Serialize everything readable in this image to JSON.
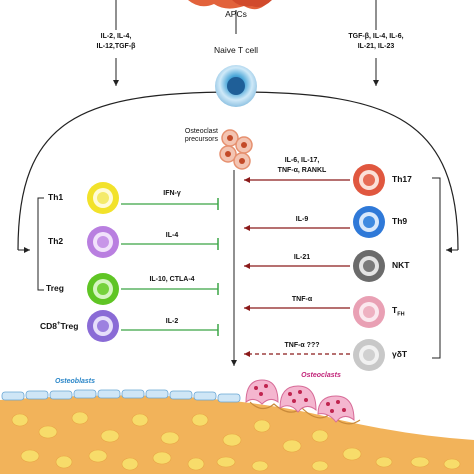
{
  "top": {
    "apcs_label": "APCs",
    "left_cytokines_line1": "IL-2, IL-4,",
    "left_cytokines_line2": "IL-12,TGF-β",
    "right_cytokines_line1": "TGF-β, IL-4, IL-6,",
    "right_cytokines_line2": "IL-21, IL-23",
    "naive_label": "Naive T cell"
  },
  "precursors": {
    "label_line1": "Osteoclast",
    "label_line2": "precursors"
  },
  "left_cells": [
    {
      "label": "Th1",
      "cytokine": "IFN-γ",
      "color": "#f2e22a"
    },
    {
      "label": "Th2",
      "cytokine": "IL-4",
      "color": "#b97fe0"
    },
    {
      "label": "Treg",
      "cytokine": "IL-10, CTLA-4",
      "color": "#5fc524"
    },
    {
      "label_main": "CD8",
      "label_sup": "+",
      "label_tail": "Treg",
      "cytokine": "IL-2",
      "color": "#8a6bd6"
    }
  ],
  "right_cells": [
    {
      "label": "Th17",
      "cytokine_line1": "IL-6, IL-17,",
      "cytokine_line2": "TNF-α, RANKL",
      "color": "#e0573f"
    },
    {
      "label": "Th9",
      "cytokine": "IL-9",
      "color": "#2f79d8"
    },
    {
      "label": "NKT",
      "cytokine": "IL-21",
      "color": "#6b6b6b"
    },
    {
      "label_main": "T",
      "label_sub": "FH",
      "cytokine": "TNF-α",
      "color": "#e9a0b4"
    },
    {
      "label": "γδT",
      "cytokine": "TNF-α ???",
      "color": "#c8c8c8"
    }
  ],
  "bone": {
    "osteoblasts_label": "Osteoblasts",
    "osteoclasts_label": "Osteoclasts"
  },
  "colors": {
    "inhibit": "#3aa545",
    "stimulate": "#8b1a1a",
    "connector": "#222222"
  }
}
